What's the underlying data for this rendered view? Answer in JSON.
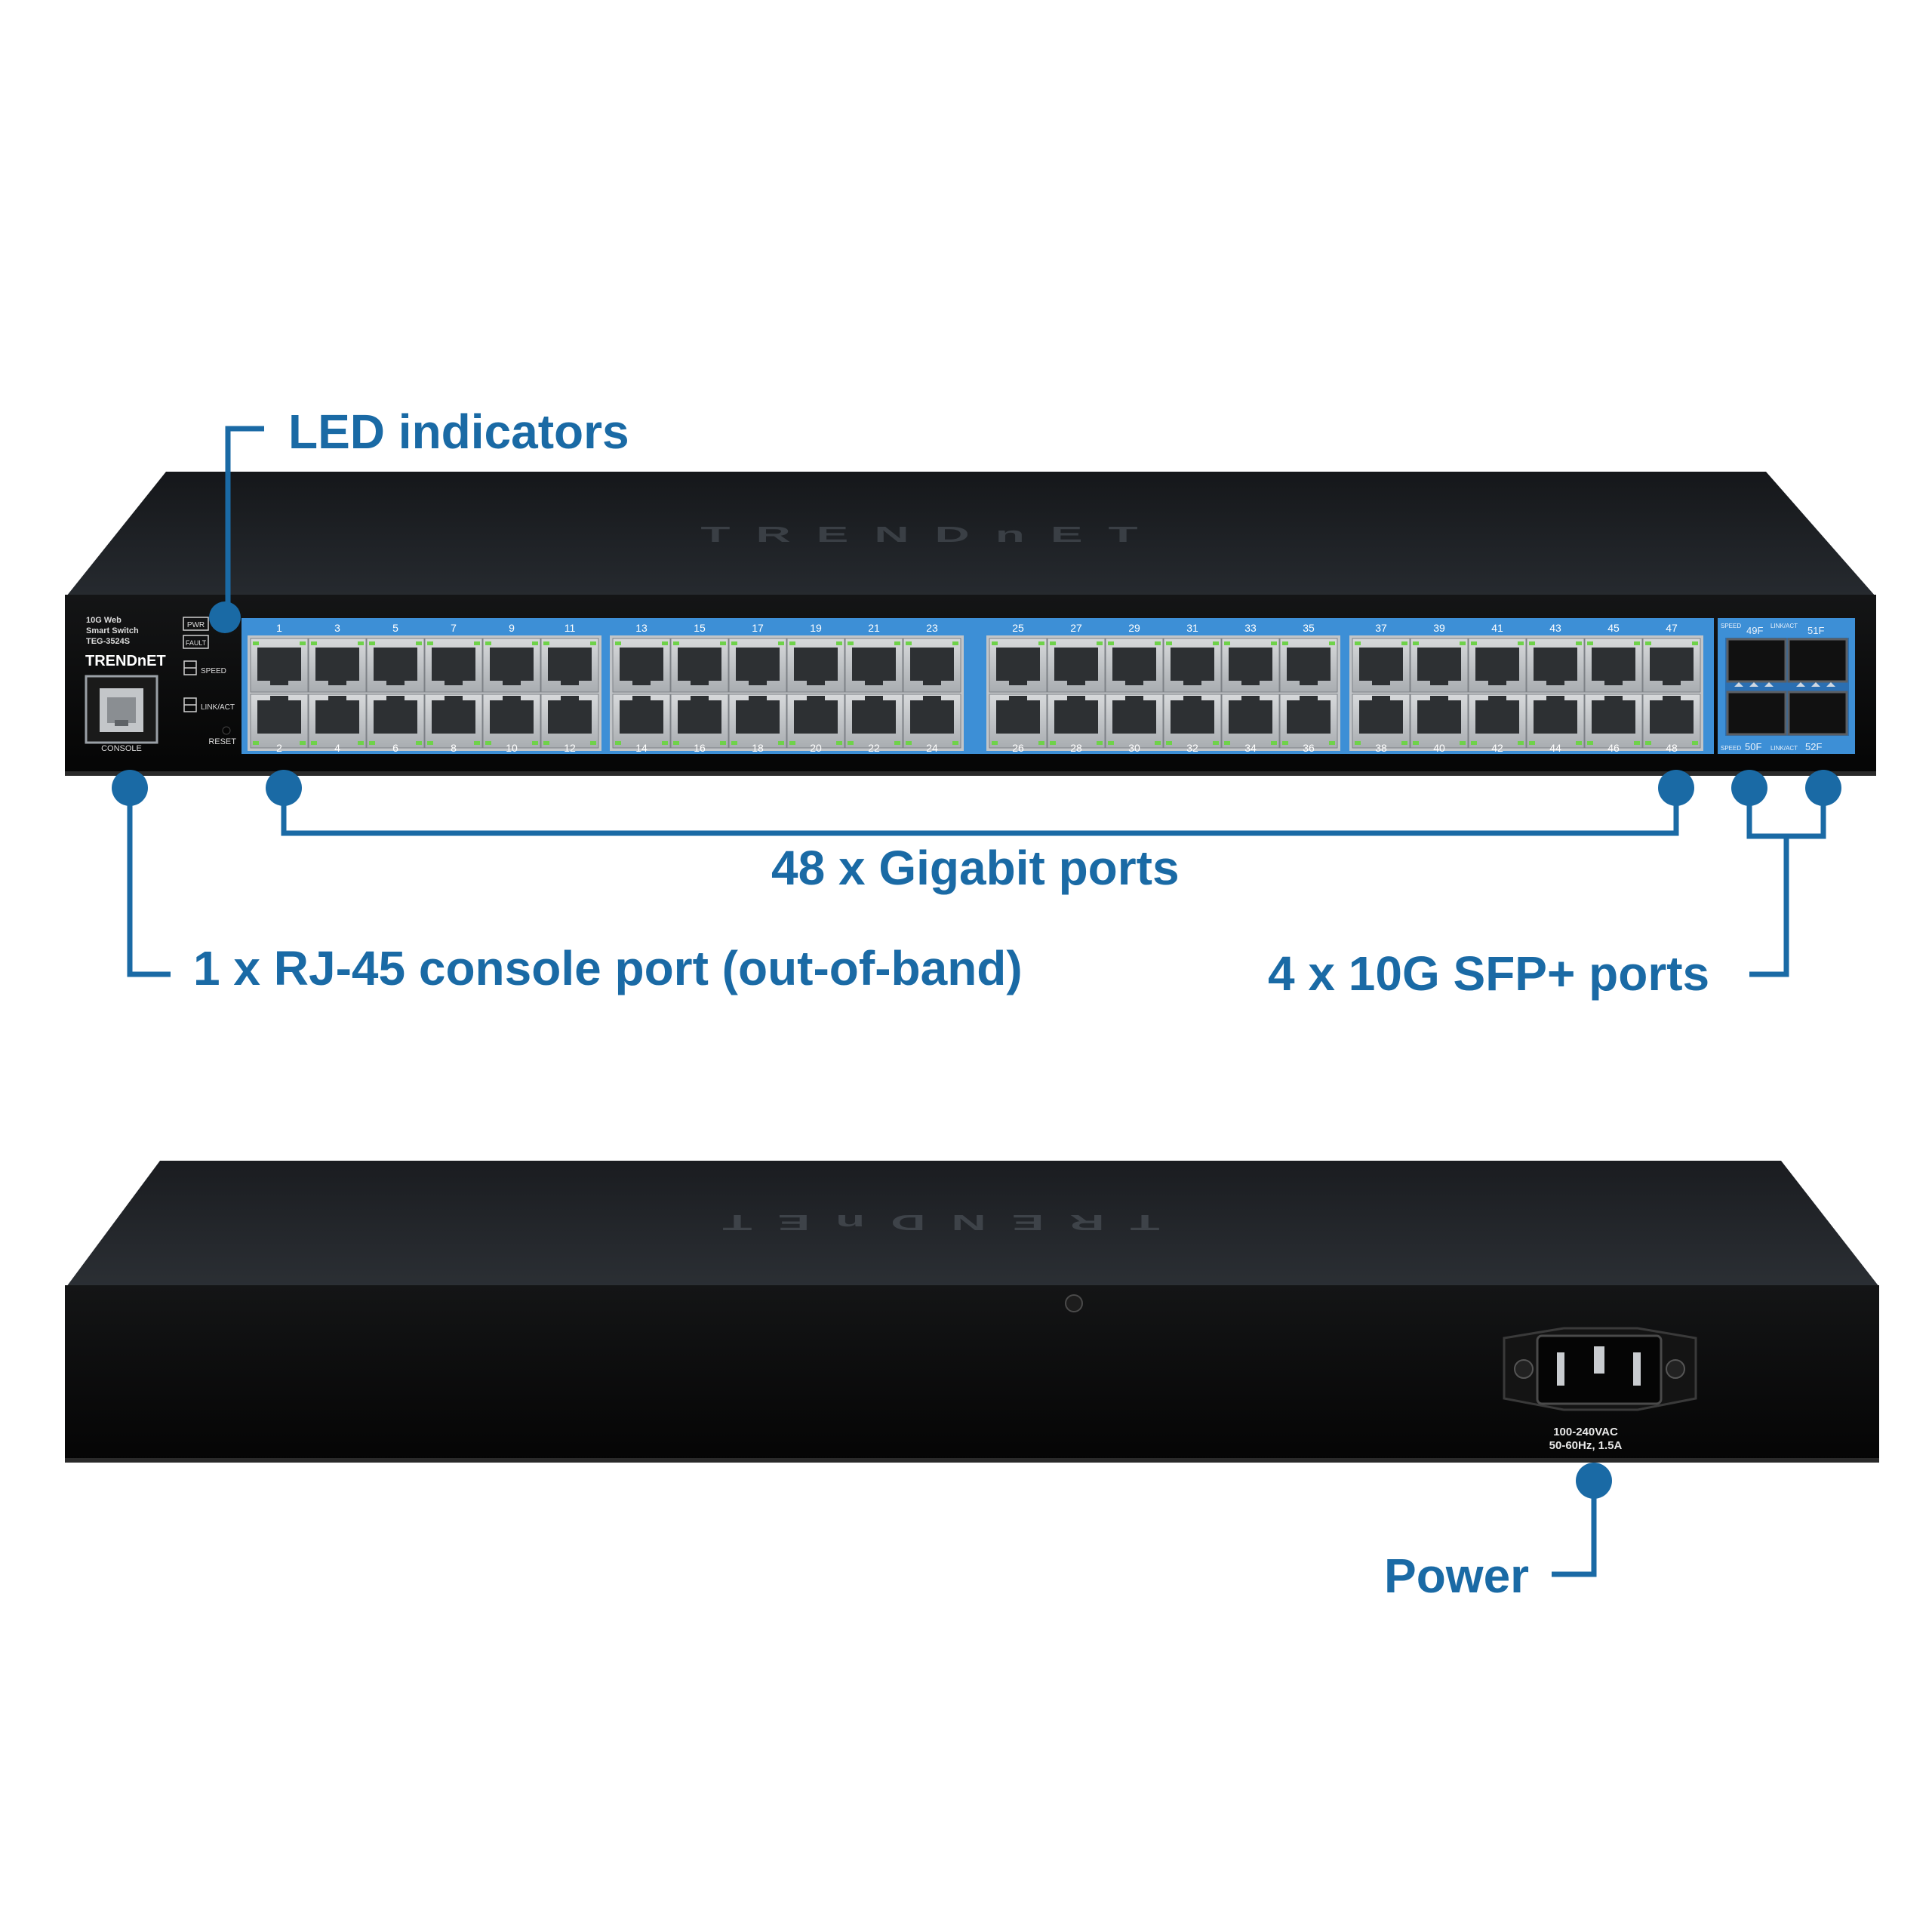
{
  "callouts": {
    "led": "LED indicators",
    "gigabit": "48 x Gigabit ports",
    "console": "1 x RJ-45 console port (out-of-band)",
    "sfp": "4 x 10G SFP+ ports",
    "power": "Power"
  },
  "switch_front": {
    "model_lines": [
      "10G Web",
      "Smart Switch",
      "TEG-3524S"
    ],
    "brand": "TRENDnET",
    "hood_logo": "TRENDnET",
    "led_pwr": "PWR",
    "led_fault": "FAULT",
    "led_speed": "SPEED",
    "led_linkact": "LINK/ACT",
    "reset": "RESET",
    "console": "CONSOLE",
    "top_port_numbers": [
      "1",
      "3",
      "5",
      "7",
      "9",
      "11",
      "13",
      "15",
      "17",
      "19",
      "21",
      "23",
      "25",
      "27",
      "29",
      "31",
      "33",
      "35",
      "37",
      "39",
      "41",
      "43",
      "45",
      "47"
    ],
    "bottom_port_numbers": [
      "2",
      "4",
      "6",
      "8",
      "10",
      "12",
      "14",
      "16",
      "18",
      "20",
      "22",
      "24",
      "26",
      "28",
      "30",
      "32",
      "34",
      "36",
      "38",
      "40",
      "42",
      "44",
      "46",
      "48"
    ],
    "sfp_top_labels": [
      "SPEED",
      "49F",
      "LINK/ACT",
      "51F"
    ],
    "sfp_bottom_labels": [
      "SPEED",
      "50F",
      "LINK/ACT",
      "52F"
    ]
  },
  "switch_rear": {
    "hood_logo": "TRENDnET",
    "power_rating_1": "100-240VAC",
    "power_rating_2": "50-60Hz, 1.5A"
  },
  "colors": {
    "accent_blue": "#1a6aa5",
    "port_panel_blue": "#3d8fd6",
    "chassis": "#0b0b0c",
    "port_led_green": "#6fd24a"
  }
}
